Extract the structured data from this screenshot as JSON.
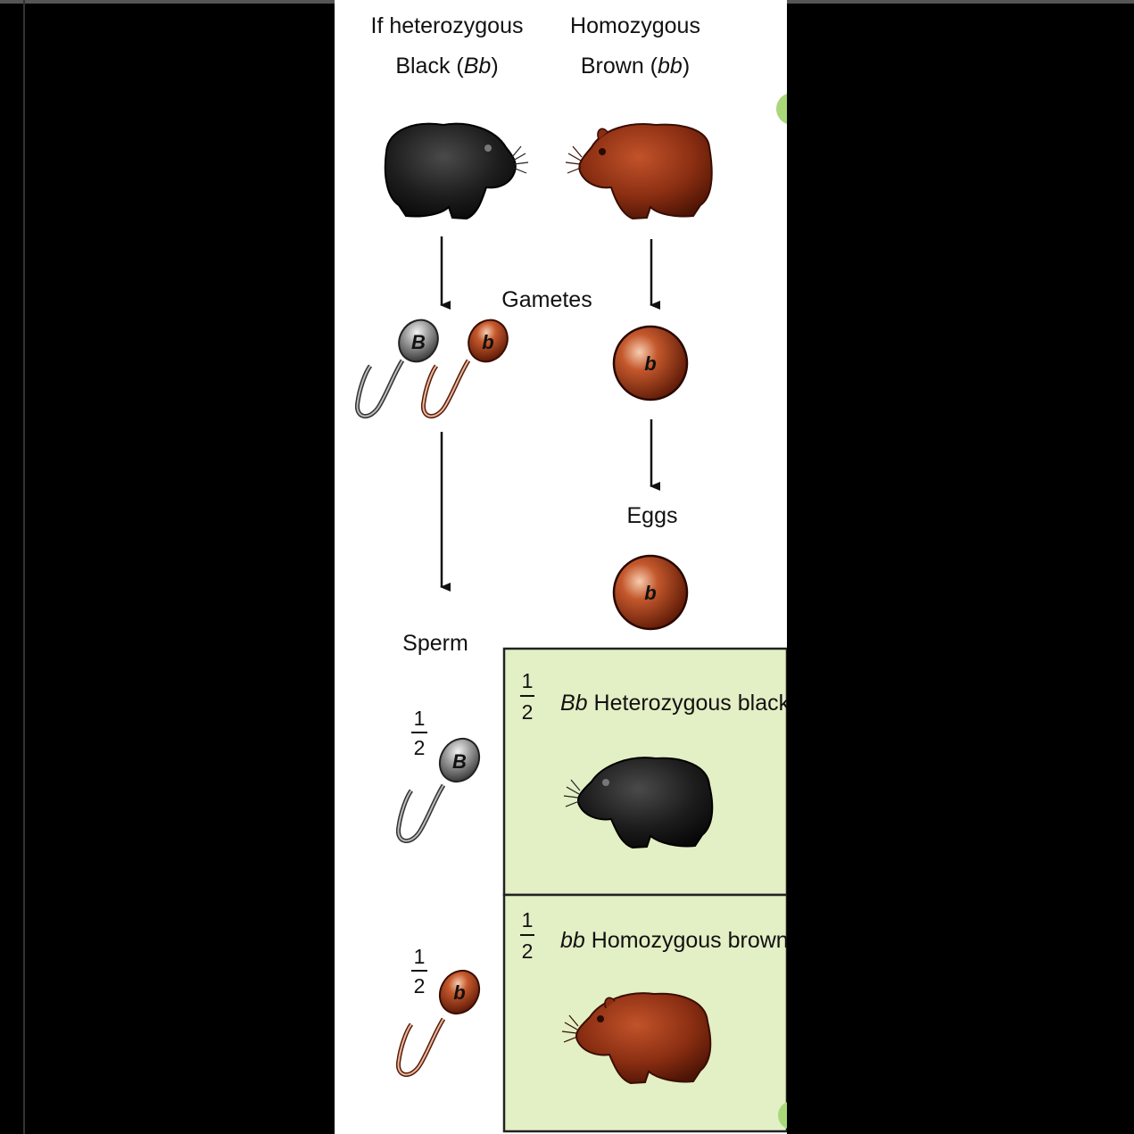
{
  "parents": {
    "black": {
      "line1": "If heterozygous",
      "line2_prefix": "Black (",
      "line2_geno": "Bb",
      "line2_suffix": ")"
    },
    "brown": {
      "line1": "Homozygous",
      "line2_prefix": "Brown (",
      "line2_geno": "bb",
      "line2_suffix": ")"
    }
  },
  "labels": {
    "gametes": "Gametes",
    "eggs": "Eggs",
    "sperm": "Sperm"
  },
  "alleles": {
    "dominant": "B",
    "recessive": "b"
  },
  "fraction": {
    "num": "1",
    "den": "2"
  },
  "offspring": [
    {
      "geno": "Bb",
      "text": "Heterozygous black"
    },
    {
      "geno": "bb",
      "text": "Homozygous brown"
    }
  ],
  "colors": {
    "black_fur": "#1b1b1b",
    "brown_fur": "#8a2e12",
    "punnett_bg": "#e3efc4",
    "sperm_grey": "#8d8d8d",
    "sperm_brown": "#b5532c",
    "accent_green": "#a8d87a"
  }
}
